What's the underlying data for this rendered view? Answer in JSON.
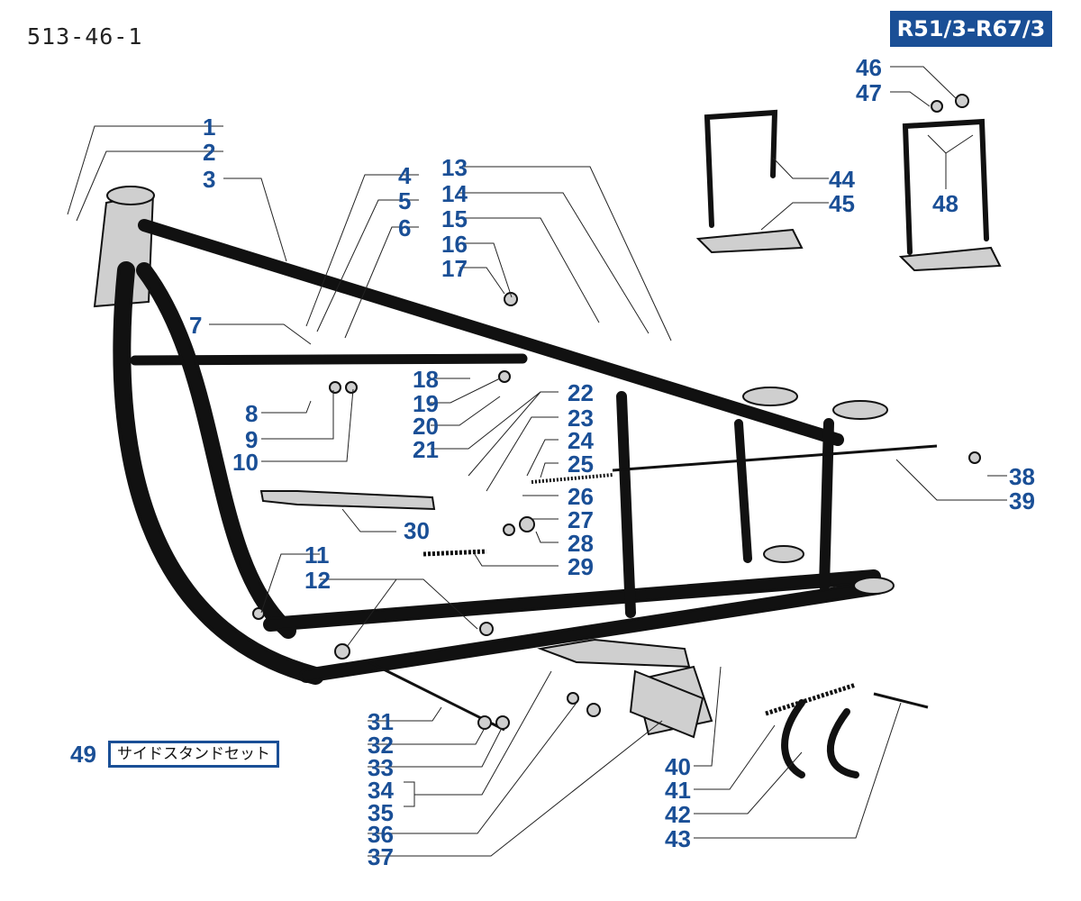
{
  "page_code": "513-46-1",
  "model_badge": "R51/3-R67/3",
  "set_label": {
    "number": "49",
    "text": "サイドスタンドセット"
  },
  "callouts": [
    "1",
    "2",
    "3",
    "4",
    "5",
    "6",
    "7",
    "8",
    "9",
    "10",
    "11",
    "12",
    "13",
    "14",
    "15",
    "16",
    "17",
    "18",
    "19",
    "20",
    "21",
    "22",
    "23",
    "24",
    "25",
    "26",
    "27",
    "28",
    "29",
    "30",
    "31",
    "32",
    "33",
    "34",
    "35",
    "36",
    "37",
    "38",
    "39",
    "40",
    "41",
    "42",
    "43",
    "44",
    "45",
    "46",
    "47",
    "48"
  ],
  "colors": {
    "accent": "#1a4f96",
    "ink": "#111111"
  }
}
